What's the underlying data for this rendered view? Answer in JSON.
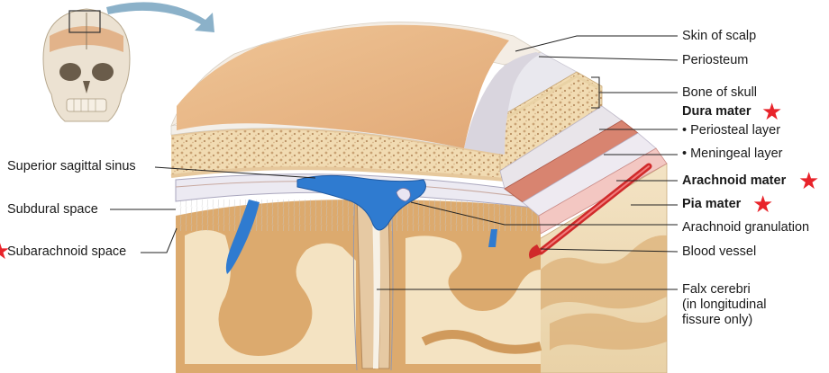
{
  "labels": {
    "skin_of_scalp": "Skin of scalp",
    "periosteum": "Periosteum",
    "bone_of_skull": "Bone of skull",
    "dura_mater": "Dura mater",
    "periosteal_layer": "• Periosteal layer",
    "meningeal_layer": "• Meningeal layer",
    "arachnoid_mater": "Arachnoid mater",
    "pia_mater": "Pia mater",
    "arachnoid_granulation": "Arachnoid granulation",
    "blood_vessel": "Blood vessel",
    "falx_line1": "Falx cerebri",
    "falx_line2": "(in longitudinal",
    "falx_line3": "fissure only)",
    "superior_sagittal_sinus": "Superior sagittal sinus",
    "subdural_space": "Subdural space",
    "subarachnoid_space": "Subarachnoid space"
  },
  "stars": {
    "glyph": "★",
    "color": "#e8232a"
  },
  "colors": {
    "scalp": "#e8b98a",
    "bone": "#f2dcb0",
    "bone_spongy": "#d8b98a",
    "dura": "#f1eee8",
    "sinus": "#2f7bd0",
    "artery": "#d02a2a",
    "brain_gray": "#d8aa70",
    "brain_white": "#f4e4c4",
    "arrow": "#7fa7c0",
    "leader": "#222222"
  }
}
